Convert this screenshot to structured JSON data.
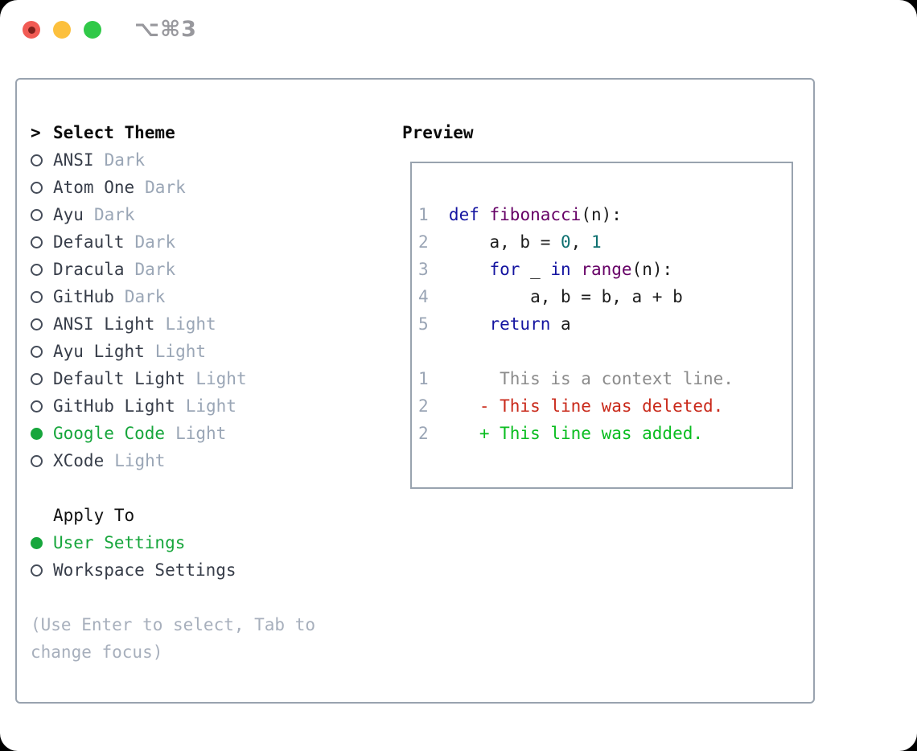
{
  "titlebar": {
    "shortcut": "⌥⌘3"
  },
  "theme_list": {
    "header": {
      "prompt": ">",
      "label": "Select Theme"
    },
    "items": [
      {
        "name": "ANSI",
        "tag": "Dark",
        "selected": false
      },
      {
        "name": "Atom One",
        "tag": "Dark",
        "selected": false
      },
      {
        "name": "Ayu",
        "tag": "Dark",
        "selected": false
      },
      {
        "name": "Default",
        "tag": "Dark",
        "selected": false
      },
      {
        "name": "Dracula",
        "tag": "Dark",
        "selected": false
      },
      {
        "name": "GitHub",
        "tag": "Dark",
        "selected": false
      },
      {
        "name": "ANSI Light",
        "tag": "Light",
        "selected": false
      },
      {
        "name": "Ayu Light",
        "tag": "Light",
        "selected": false
      },
      {
        "name": "Default Light",
        "tag": "Light",
        "selected": false
      },
      {
        "name": "GitHub Light",
        "tag": "Light",
        "selected": false
      },
      {
        "name": "Google Code",
        "tag": "Light",
        "selected": true
      },
      {
        "name": "XCode",
        "tag": "Light",
        "selected": false
      }
    ]
  },
  "apply_to": {
    "header": "Apply To",
    "items": [
      {
        "name": "User Settings",
        "selected": true
      },
      {
        "name": "Workspace Settings",
        "selected": false
      }
    ]
  },
  "hint_lines": [
    "(Use Enter to select, Tab to",
    "change focus)"
  ],
  "preview": {
    "title": "Preview",
    "code_lines": [
      {
        "name": "code-line-def",
        "num": "1",
        "segs": [
          {
            "t": "def",
            "c": "kw"
          },
          {
            "t": " ",
            "c": "pl"
          },
          {
            "t": "fibonacci",
            "c": "fn"
          },
          {
            "t": "(n):",
            "c": "pl"
          }
        ]
      },
      {
        "name": "code-line-assign",
        "num": "2",
        "segs": [
          {
            "t": "    a, b = ",
            "c": "pl"
          },
          {
            "t": "0",
            "c": "nu"
          },
          {
            "t": ", ",
            "c": "pl"
          },
          {
            "t": "1",
            "c": "nu"
          }
        ]
      },
      {
        "name": "code-line-for",
        "num": "3",
        "segs": [
          {
            "t": "    ",
            "c": "pl"
          },
          {
            "t": "for",
            "c": "kw"
          },
          {
            "t": " _ ",
            "c": "pl"
          },
          {
            "t": "in",
            "c": "kw"
          },
          {
            "t": " ",
            "c": "pl"
          },
          {
            "t": "range",
            "c": "fn"
          },
          {
            "t": "(n):",
            "c": "pl"
          }
        ]
      },
      {
        "name": "code-line-swap",
        "num": "4",
        "segs": [
          {
            "t": "        a, b = b, a + b",
            "c": "pl"
          }
        ]
      },
      {
        "name": "code-line-return",
        "num": "5",
        "segs": [
          {
            "t": "    ",
            "c": "pl"
          },
          {
            "t": "return",
            "c": "kw"
          },
          {
            "t": " a",
            "c": "pl"
          }
        ]
      },
      {
        "name": "blank-line",
        "num": "",
        "segs": []
      },
      {
        "name": "diff-context-line",
        "num": "1",
        "segs": [
          {
            "t": "     This is a context line.",
            "c": "ctx"
          }
        ]
      },
      {
        "name": "diff-deleted-line",
        "num": "2",
        "segs": [
          {
            "t": "   - This line was deleted.",
            "c": "del"
          }
        ]
      },
      {
        "name": "diff-added-line",
        "num": "2",
        "segs": [
          {
            "t": "   + This line was added.",
            "c": "add"
          }
        ]
      }
    ]
  },
  "colors": {
    "accent_green": "#17a63c",
    "kw": "#1414a0",
    "fn": "#660066",
    "nu": "#0e7070",
    "pl": "#1c1c1c",
    "ctx": "#8b8b8b",
    "del": "#c9291a",
    "add": "#0abd20",
    "linenum": "#9aa5b5",
    "tag": "#9aa6b6",
    "name": "#373d49",
    "hint": "#a7afbc",
    "border": "#99a3af",
    "light_red": "#f15b54",
    "light_red_dot": "#7e201b",
    "light_yellow": "#fcc03d",
    "light_green": "#30c948",
    "shortcut_gray": "#98989d"
  }
}
